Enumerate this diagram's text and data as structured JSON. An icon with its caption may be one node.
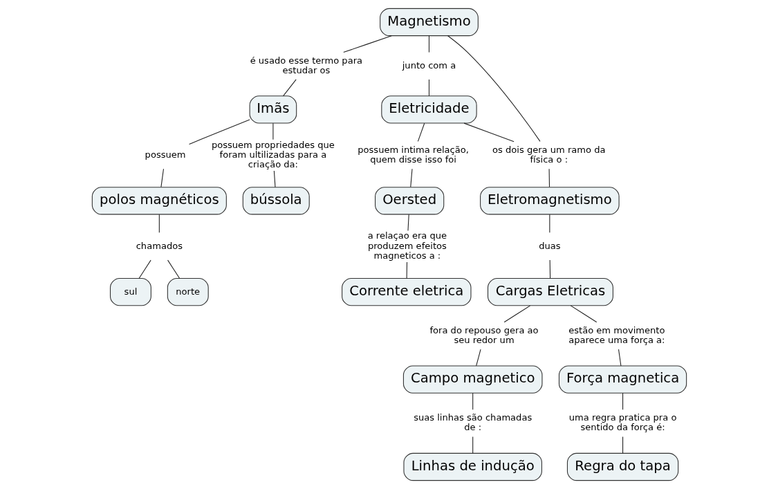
{
  "diagram": {
    "nodes": [
      {
        "text": [
          "Magnetismo"
        ]
      },
      {
        "text": [
          "é usado esse termo para estudar os"
        ]
      },
      {
        "text": [
          "Imãs"
        ]
      },
      {
        "text": [
          "possuem"
        ]
      },
      {
        "text": [
          "polos magnéticos"
        ]
      },
      {
        "text": [
          "chamados"
        ]
      },
      {
        "text": [
          "sul"
        ]
      },
      {
        "text": [
          "norte"
        ]
      },
      {
        "text": [
          "possuem propriedades que foram ultilizadas para a criação da:"
        ]
      },
      {
        "text": [
          "bússola"
        ]
      },
      {
        "text": [
          "junto com a"
        ]
      },
      {
        "text": [
          "Eletricidade"
        ]
      },
      {
        "text": [
          "os dois gera um ramo da física o :"
        ]
      },
      {
        "text": [
          "Eletromagnetismo"
        ]
      },
      {
        "text": [
          "duas"
        ]
      },
      {
        "text": [
          "Cargas Eletricas"
        ]
      },
      {
        "text": [
          "fora do repouso gera ao seu redor um"
        ]
      },
      {
        "text": [
          "Campo magnetico"
        ]
      },
      {
        "text": [
          "suas linhas são chamadas de :"
        ]
      },
      {
        "text": [
          "Linhas de indução"
        ]
      },
      {
        "text": [
          "estão em movimento aparece uma força a:"
        ]
      },
      {
        "text": [
          "Força magnetica"
        ]
      },
      {
        "text": [
          "uma regra pratica pra o sentido da força é:"
        ]
      },
      {
        "text": [
          "Regra do tapa"
        ]
      },
      {
        "text": [
          "possuem intima relação, quem disse isso foi"
        ]
      },
      {
        "text": [
          "Oersted"
        ]
      },
      {
        "text": [
          "a relaçao era que produzem efeitos magneticos a :"
        ]
      },
      {
        "text": [
          "Corrente eletrica"
        ]
      }
    ],
    "edges": [
      {
        "from": 0,
        "to": 1,
        "arrow": "none"
      },
      {
        "from": 1,
        "to": 2,
        "arrow": "none"
      },
      {
        "from": 2,
        "to": 3,
        "arrow": "none"
      },
      {
        "from": 3,
        "to": 4,
        "arrow": "none"
      },
      {
        "from": 4,
        "to": 5,
        "arrow": "none"
      },
      {
        "from": 5,
        "to": 6,
        "arrow": "none"
      },
      {
        "from": 5,
        "to": 7,
        "arrow": "none"
      },
      {
        "from": 2,
        "to": 8,
        "arrow": "none"
      },
      {
        "from": 8,
        "to": 9,
        "arrow": "none"
      },
      {
        "from": 0,
        "to": 10,
        "arrow": "none"
      },
      {
        "from": 10,
        "to": 11,
        "arrow": "none"
      },
      {
        "from": 0,
        "to": 12,
        "arrow": "none"
      },
      {
        "from": 11,
        "to": 12,
        "arrow": "none"
      },
      {
        "from": 12,
        "to": 13,
        "arrow": "none"
      },
      {
        "from": 13,
        "to": 14,
        "arrow": "none"
      },
      {
        "from": 14,
        "to": 15,
        "arrow": "none"
      },
      {
        "from": 15,
        "to": 16,
        "arrow": "none"
      },
      {
        "from": 16,
        "to": 17,
        "arrow": "none"
      },
      {
        "from": 17,
        "to": 18,
        "arrow": "none"
      },
      {
        "from": 18,
        "to": 19,
        "arrow": "none"
      },
      {
        "from": 15,
        "to": 20,
        "arrow": "none"
      },
      {
        "from": 20,
        "to": 21,
        "arrow": "none"
      },
      {
        "from": 21,
        "to": 22,
        "arrow": "none"
      },
      {
        "from": 22,
        "to": 23,
        "arrow": "none"
      },
      {
        "from": 11,
        "to": 24,
        "arrow": "none"
      },
      {
        "from": 24,
        "to": 25,
        "arrow": "none"
      },
      {
        "from": 25,
        "to": 26,
        "arrow": "none"
      },
      {
        "from": 26,
        "to": 27,
        "arrow": "none"
      }
    ]
  }
}
